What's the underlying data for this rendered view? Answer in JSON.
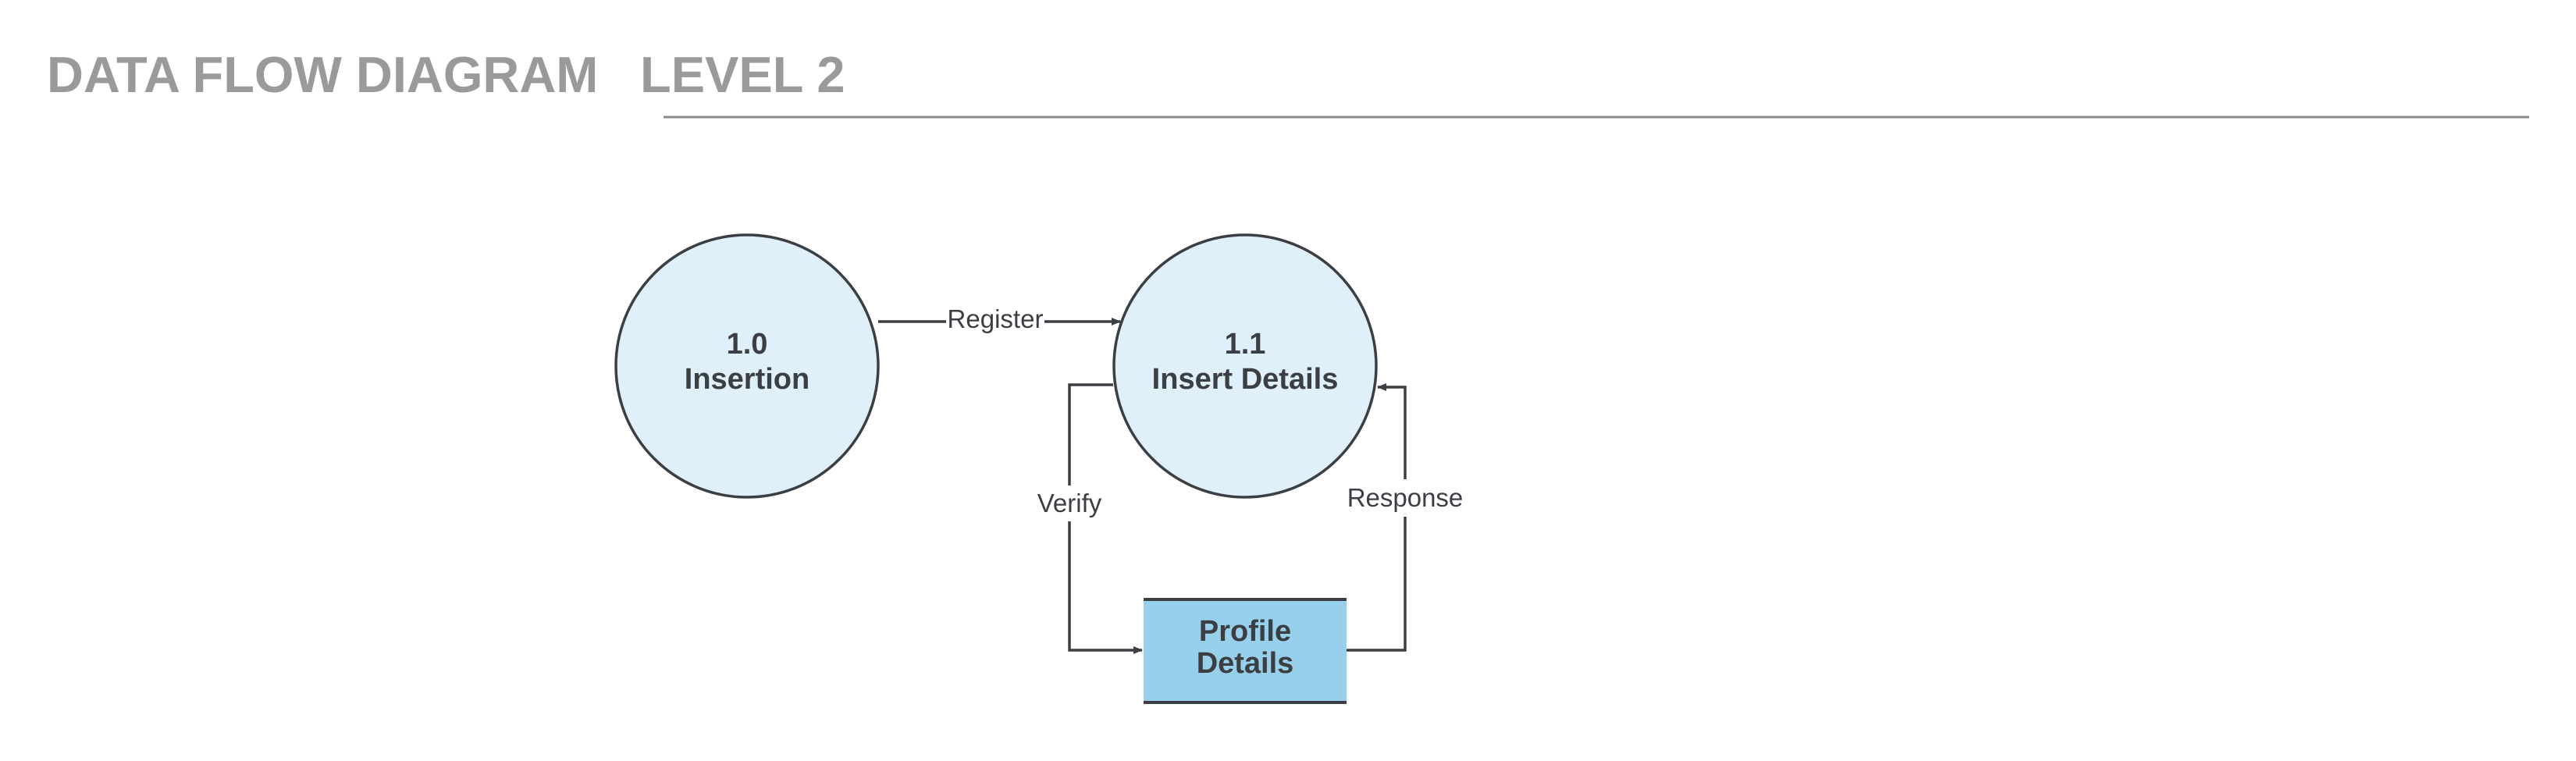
{
  "header": {
    "title": "DATA FLOW DIAGRAM",
    "subtitle": "LEVEL 2"
  },
  "processes": [
    {
      "id": "1.0",
      "name": "Insertion"
    },
    {
      "id": "1.1",
      "name": "Insert Details"
    }
  ],
  "data_store": {
    "line1": "Profile",
    "line2": "Details"
  },
  "flows": {
    "register": "Register",
    "verify": "Verify",
    "response": "Response"
  },
  "colors": {
    "title": "#9a9a9a",
    "process_fill": "#dff0fa",
    "store_fill": "#98d0ec",
    "stroke": "#3b3f44",
    "header_rule": "#8a8a8a"
  }
}
